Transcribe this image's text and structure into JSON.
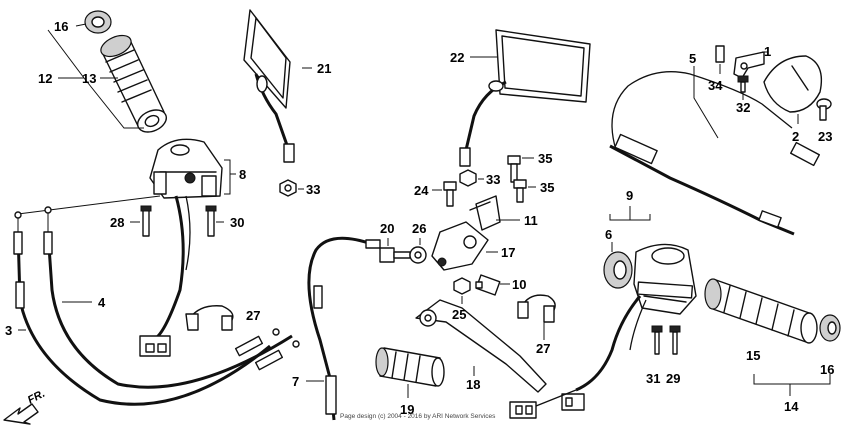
{
  "callouts": {
    "c1": "1",
    "c2": "2",
    "c3": "3",
    "c4": "4",
    "c5": "5",
    "c6": "6",
    "c7": "7",
    "c8": "8",
    "c9": "9",
    "c10": "10",
    "c11": "11",
    "c12": "12",
    "c13": "13",
    "c14": "14",
    "c15": "15",
    "c16a": "16",
    "c16b": "16",
    "c17": "17",
    "c18": "18",
    "c19": "19",
    "c20": "20",
    "c21": "21",
    "c22": "22",
    "c23": "23",
    "c24": "24",
    "c25": "25",
    "c26": "26",
    "c27a": "27",
    "c27b": "27",
    "c28": "28",
    "c29": "29",
    "c30": "30",
    "c31": "31",
    "c32": "32",
    "c33a": "33",
    "c33b": "33",
    "c34": "34",
    "c35a": "35",
    "c35b": "35"
  },
  "direction_label": "FR.",
  "copyright_text": "Page design (c) 2004 - 2016 by ARI Network Services"
}
